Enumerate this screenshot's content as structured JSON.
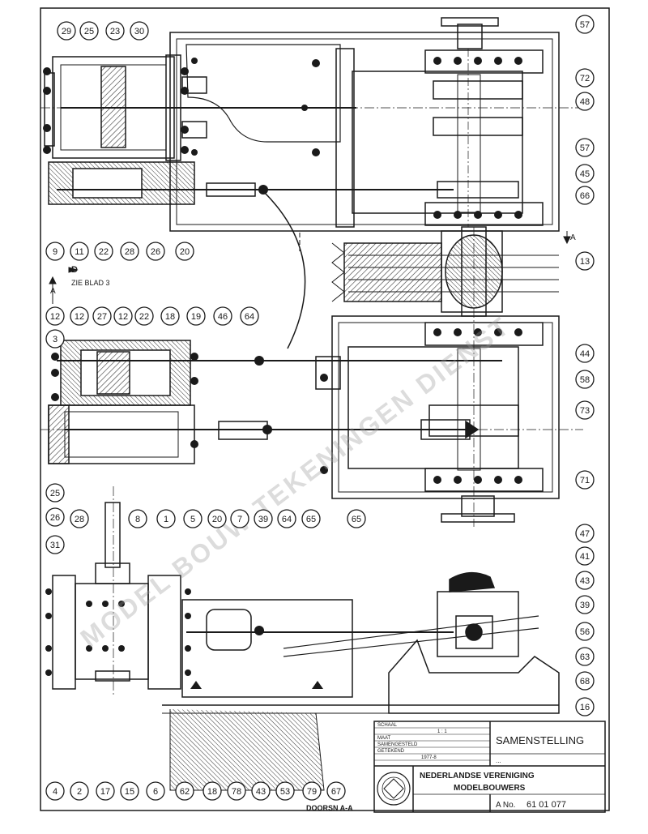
{
  "drawing": {
    "colors": {
      "ink": "#1a1a1a",
      "paper": "#ffffff",
      "hatch": "#333333"
    },
    "callouts": {
      "top_left_row": [
        "29",
        "25",
        "23",
        "30"
      ],
      "top_bottom_row": [
        "9",
        "11",
        "22",
        "28",
        "26",
        "20"
      ],
      "top_right": [
        "57",
        "72",
        "48",
        "57",
        "45",
        "66",
        "13"
      ],
      "mid_top_row": [
        "12",
        "12",
        "27",
        "12",
        "22",
        "18",
        "19",
        "46",
        "64"
      ],
      "mid_left": [
        "3"
      ],
      "mid_right": [
        "44",
        "58",
        "73",
        "71"
      ],
      "mid_left_low": [
        "25",
        "26",
        "31"
      ],
      "mid_bottom_row": [
        "28",
        "8",
        "1",
        "5",
        "20",
        "7",
        "39",
        "64",
        "65",
        "65"
      ],
      "low_right": [
        "47",
        "41",
        "43",
        "39",
        "56",
        "63",
        "68",
        "16"
      ],
      "bottom_row": [
        "4",
        "2",
        "17",
        "15",
        "6",
        "62",
        "18",
        "78",
        "43",
        "53",
        "79",
        "67"
      ]
    },
    "section_note": {
      "line1": "D",
      "line2": "ZIE BLAD 3"
    },
    "section_marker_left": "A",
    "section_marker_right": "A",
    "cut_label": "DOORSN A-A",
    "watermark": "MODEL BOUW TEKENINGEN DIENST"
  },
  "title_block": {
    "info_rows": [
      "SCHAAL",
      "1 : 1",
      "MAAT",
      "SAMENGESTELD",
      "GETEKEND",
      "1977-8"
    ],
    "title": "SAMENSTELLING",
    "subtitle": "...",
    "org_line1": "NEDERLANDSE VERENIGING",
    "org_line2": "MODELBOUWERS",
    "number_label": "A No.",
    "number_value": "61 01 077"
  }
}
